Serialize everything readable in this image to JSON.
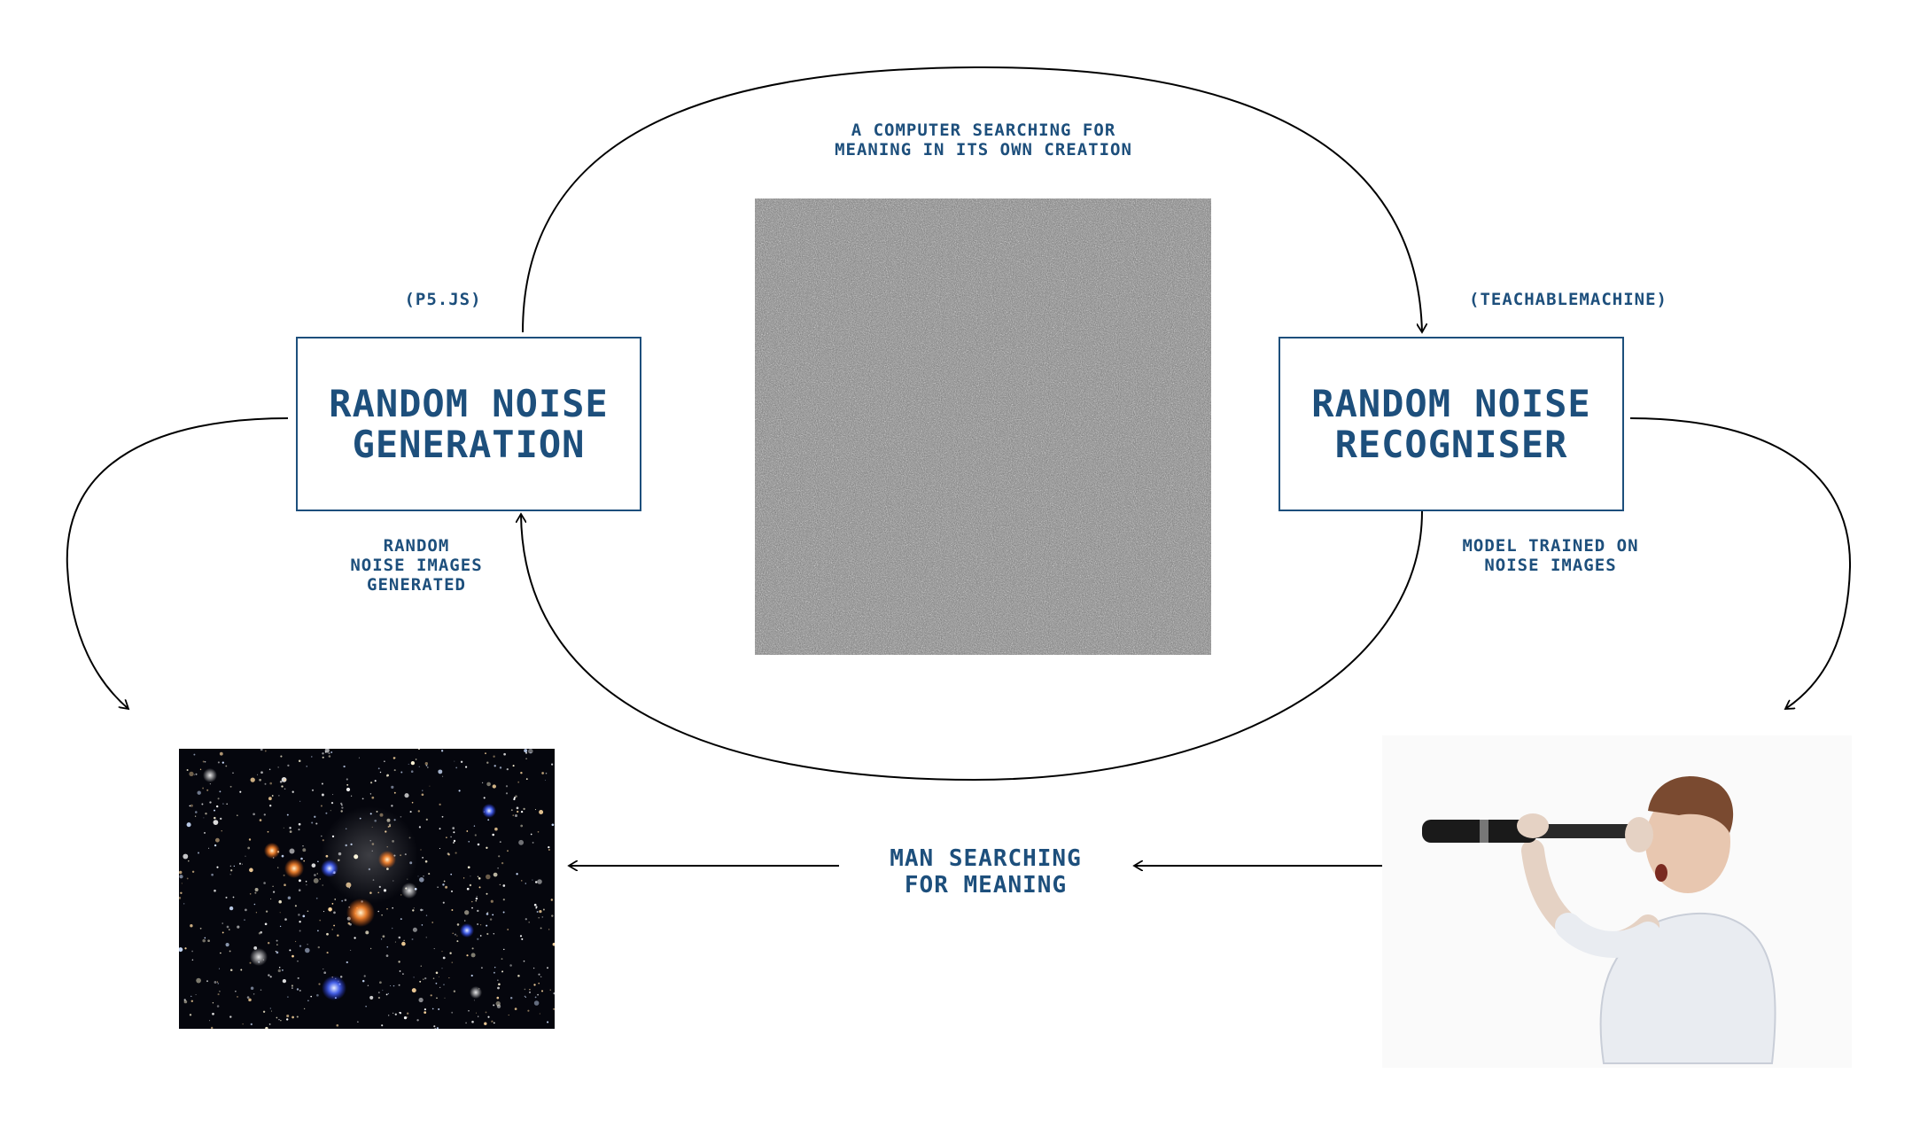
{
  "caption_top": "A COMPUTER SEARCHING FOR\nMEANING IN ITS OWN CREATION",
  "left_tool": "(P5.JS)",
  "right_tool": "(TEACHABLEMACHINE)",
  "box_left": "RANDOM NOISE\nGENERATION",
  "box_right": "RANDOM NOISE\nRECOGNISER",
  "label_left": "RANDOM\nNOISE IMAGES\n GENERATED",
  "label_right": "MODEL TRAINED ON\n  NOISE IMAGES",
  "caption_bottom": "MAN SEARCHING\n FOR MEANING",
  "colors": {
    "text": "#1d4f7c",
    "arrows": "#000000"
  },
  "images": {
    "noise": "random-noise-image",
    "stars": "star-cluster-photo",
    "man": "man-with-telescope-photo"
  }
}
